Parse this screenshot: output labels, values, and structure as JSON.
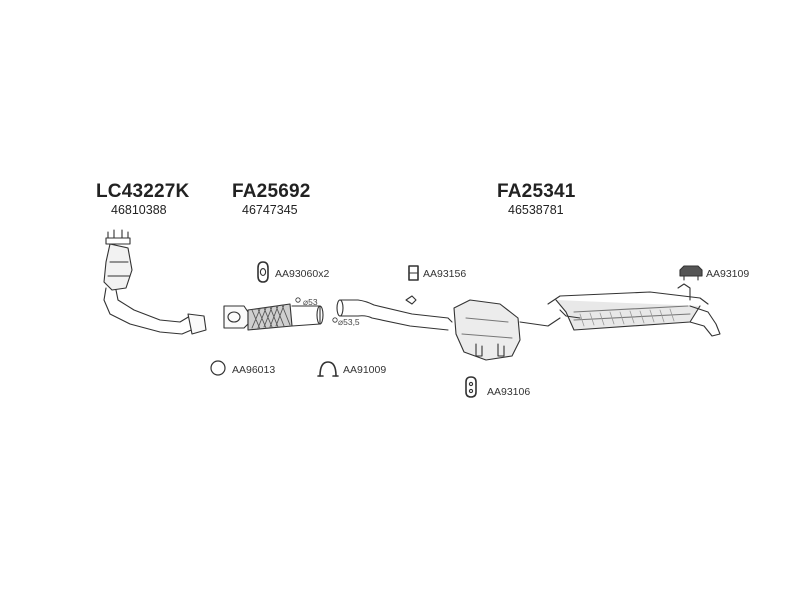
{
  "groups": [
    {
      "code": "LC43227K",
      "oe": "46810388"
    },
    {
      "code": "FA25692",
      "oe": "46747345"
    },
    {
      "code": "FA25341",
      "oe": "46538781"
    }
  ],
  "parts": {
    "clamp_pair": "AA93060x2",
    "ring_gasket": "AA96013",
    "pipe_clamp": "AA91009",
    "hanger_a": "AA93156",
    "rubber_mount": "AA93106",
    "bracket_mount": "AA93109"
  },
  "dimensions": {
    "d1": "⌀53",
    "d2": "⌀53,5"
  }
}
